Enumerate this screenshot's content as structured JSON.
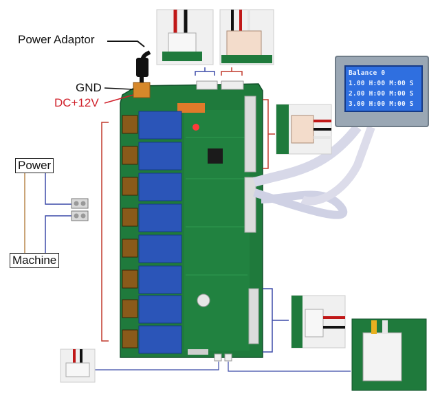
{
  "labels": {
    "power_adaptor": "Power Adaptor",
    "gnd": "GND",
    "dc12v": "DC+12V",
    "power": "Power",
    "machine": "Machine"
  },
  "lcd": {
    "lines": [
      "Balance  0",
      "1.00 H:00 M:00 S",
      "2.00 H:00 M:00 S",
      "3.00 H:00 M:00 S"
    ]
  },
  "colors": {
    "pcb_green": "#1f7a3c",
    "relay_blue": "#2b55b8",
    "bracket_red": "#c0392b",
    "leader_blue": "#3b4aa8",
    "dc_red": "#d0202a"
  }
}
